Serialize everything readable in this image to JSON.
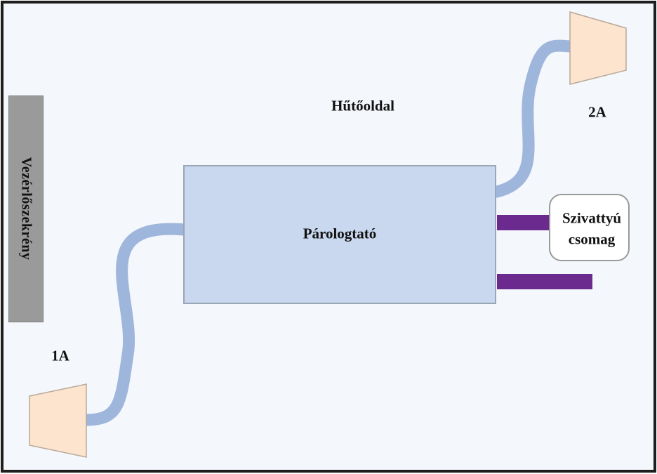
{
  "diagram": {
    "side_label": "Hűtőoldal",
    "cabinet_label": "Vezérlőszekrény",
    "evaporator_label": "Párologtató",
    "unit_1_label": "1A",
    "unit_2_label": "2A",
    "pump_label_line1": "Szivattyú",
    "pump_label_line2": "csomag"
  },
  "colors": {
    "frame": "#1e1e1e",
    "background": "#f4f7fb",
    "cabinet": "#9a9a9a",
    "evaporator": "#c9d8ef",
    "hose": "#9fb6dc",
    "unit": "#fde4cf",
    "pump_pipe": "#6a2a8e"
  }
}
